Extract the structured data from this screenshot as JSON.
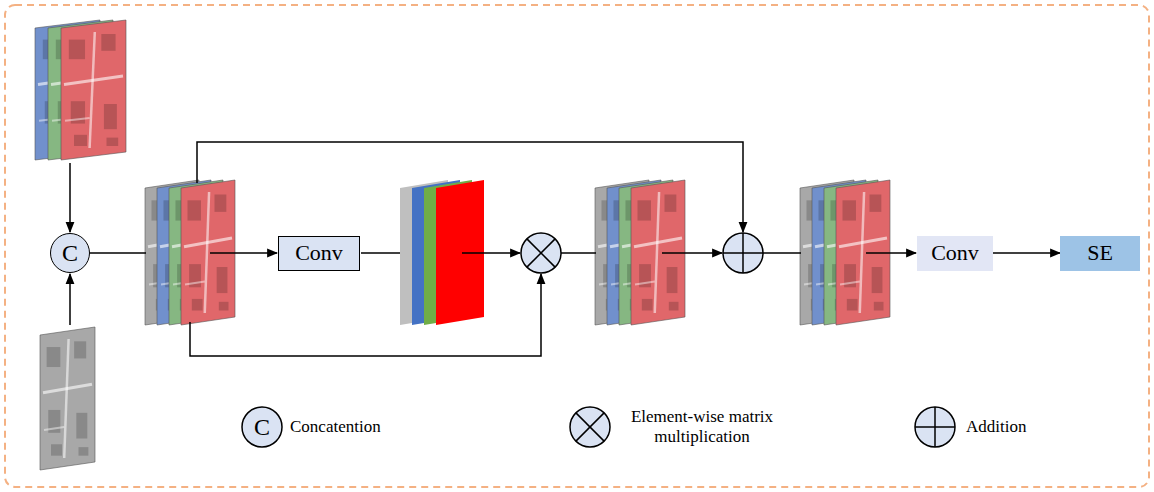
{
  "diagram": {
    "nodes": [
      {
        "text": [
          "C"
        ]
      },
      {
        "text": [
          "Conv"
        ]
      },
      {
        "text": [
          "Conv"
        ]
      },
      {
        "text": [
          "SE"
        ]
      }
    ],
    "edges": [
      {
        "from": 2,
        "to": 3,
        "arrow": "to"
      }
    ],
    "labels": [
      "C"
    ],
    "legend": [
      {
        "text": "Concatention"
      },
      {
        "text": "Element-wise matrix multiplication"
      },
      {
        "text": "Addition"
      }
    ]
  }
}
